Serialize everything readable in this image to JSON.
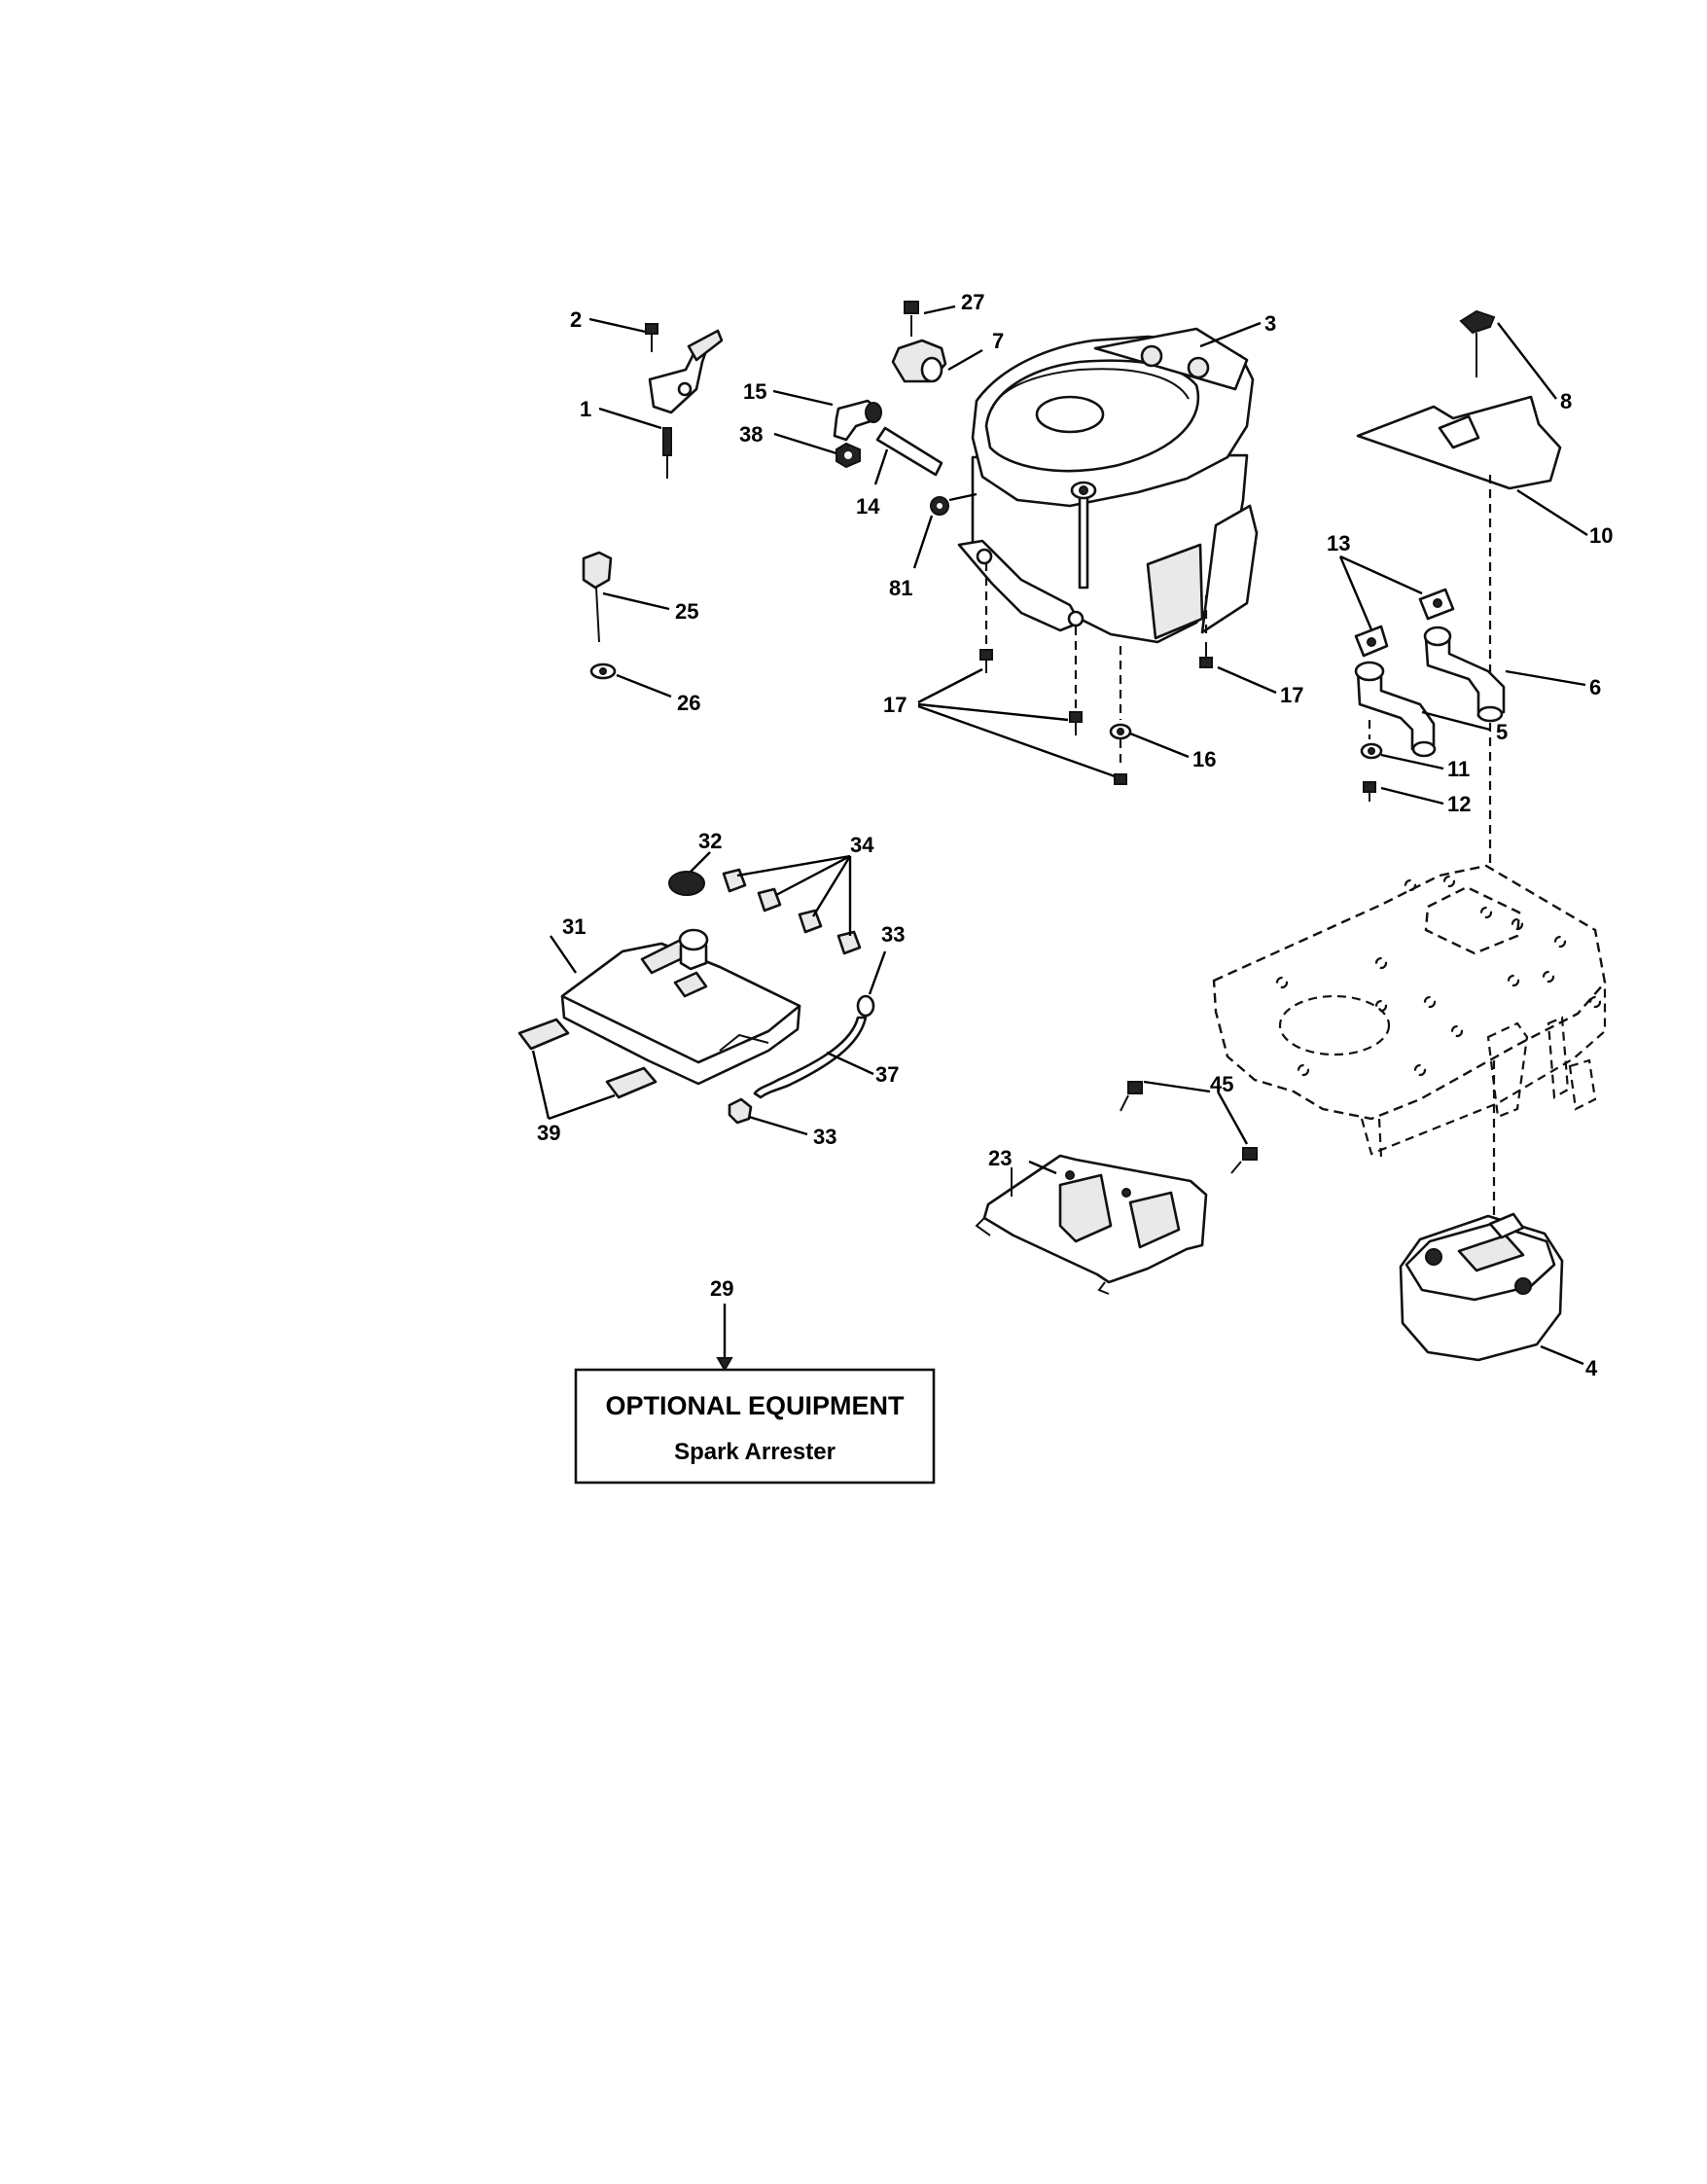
{
  "callouts": {
    "c1": "1",
    "c2": "2",
    "c3": "3",
    "c4": "4",
    "c5": "5",
    "c6": "6",
    "c7": "7",
    "c8": "8",
    "c10": "10",
    "c11": "11",
    "c12": "12",
    "c13": "13",
    "c14": "14",
    "c15": "15",
    "c16": "16",
    "c17a": "17",
    "c17b": "17",
    "c23": "23",
    "c25": "25",
    "c26": "26",
    "c27": "27",
    "c29": "29",
    "c31": "31",
    "c32": "32",
    "c33a": "33",
    "c33b": "33",
    "c34": "34",
    "c37": "37",
    "c38": "38",
    "c39": "39",
    "c45": "45",
    "c81": "81"
  },
  "optional_box": {
    "heading": "OPTIONAL EQUIPMENT",
    "subheading": "Spark Arrester"
  }
}
